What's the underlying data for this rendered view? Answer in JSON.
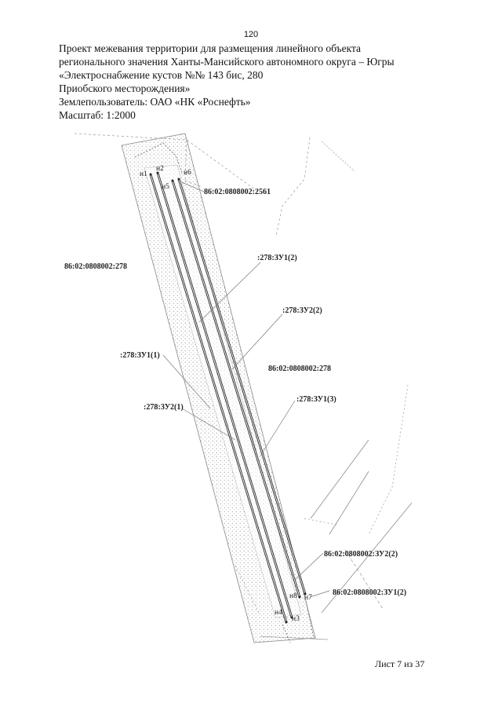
{
  "page_number": "120",
  "header": {
    "line1": "Проект межевания территории для размещения линейного объекта",
    "line2": "регионального значения Ханты-Мансийского автономного округа – Югры",
    "line3": "«Электроснабжение кустов №№ 143 бис, 280",
    "line4": "Приобского месторождения»",
    "line5": "Землепользователь: ОАО «НК «Роснефть»",
    "line6": "Масштаб: 1:2000"
  },
  "map": {
    "parcels": {
      "p2561": "86:02:0808002:2561",
      "p278_left": "86:02:0808002:278",
      "p278_right": "86:02:0808002:278",
      "zu2_2": "86:02:0808002:ЗУ2(2)",
      "zu1_2": "86:02:0808002:ЗУ1(2)"
    },
    "zones": {
      "zu1_2": ":278:ЗУ1(2)",
      "zu2_2": ":278:ЗУ2(2)",
      "zu1_1": ":278:ЗУ1(1)",
      "zu2_1": ":278:ЗУ2(1)",
      "zu1_3": ":278:ЗУ1(3)"
    },
    "points": {
      "n1": "н1",
      "n2": "н2",
      "n5": "н5",
      "n6": "н6",
      "n8": "н8",
      "n7": "н7",
      "n4": "н4",
      "n3": "н3"
    }
  },
  "footer": "Лист 7 из 37"
}
